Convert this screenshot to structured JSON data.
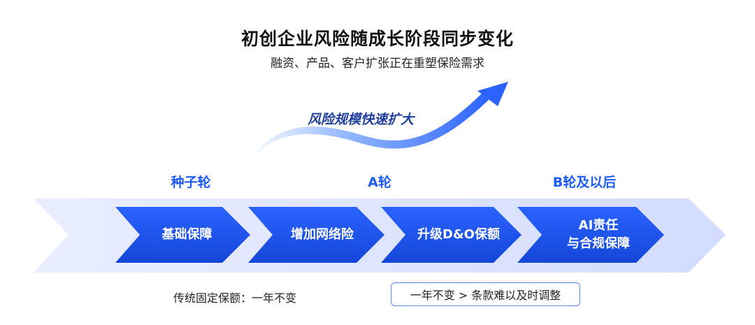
{
  "title": "初创企业风险随成长阶段同步变化",
  "subtitle": "融资、产品、客户扩张正在重塑保险需求",
  "trend_label": "风险规模快速扩大",
  "stages": [
    {
      "label": "种子轮"
    },
    {
      "label": "A轮"
    },
    {
      "label": "B轮及以后"
    }
  ],
  "steps": [
    {
      "line1": "基础保障",
      "line2": ""
    },
    {
      "line1": "增加网络险",
      "line2": ""
    },
    {
      "line1": "升级D&O保额",
      "line2": ""
    },
    {
      "line1": "AI责任",
      "line2": "与合规保障"
    }
  ],
  "note_left": "传统固定保额：一年不变",
  "note_box": "一年不变 > 条款难以及时调整",
  "colors": {
    "accent": "#1e5bff",
    "band": "#dbe3ff",
    "step": "#1c55f0",
    "trend_text": "#1f3f9a",
    "box_border": "#5b86ff"
  }
}
